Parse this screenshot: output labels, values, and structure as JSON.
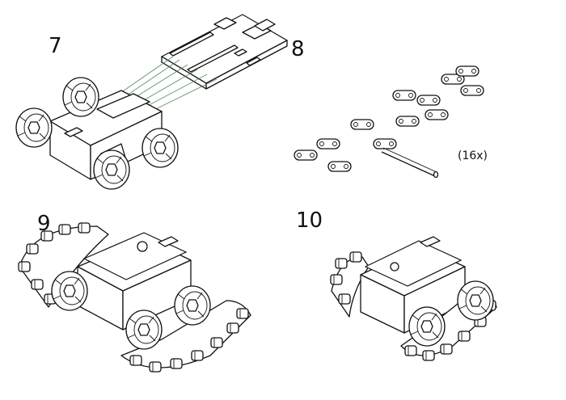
{
  "steps": [
    {
      "number": "7"
    },
    {
      "number": "8",
      "quantity": "(16x)"
    },
    {
      "number": "9"
    },
    {
      "number": "10"
    }
  ],
  "colors": {
    "line": "#111111",
    "guide": "#3f7f4a",
    "background": "#ffffff"
  }
}
